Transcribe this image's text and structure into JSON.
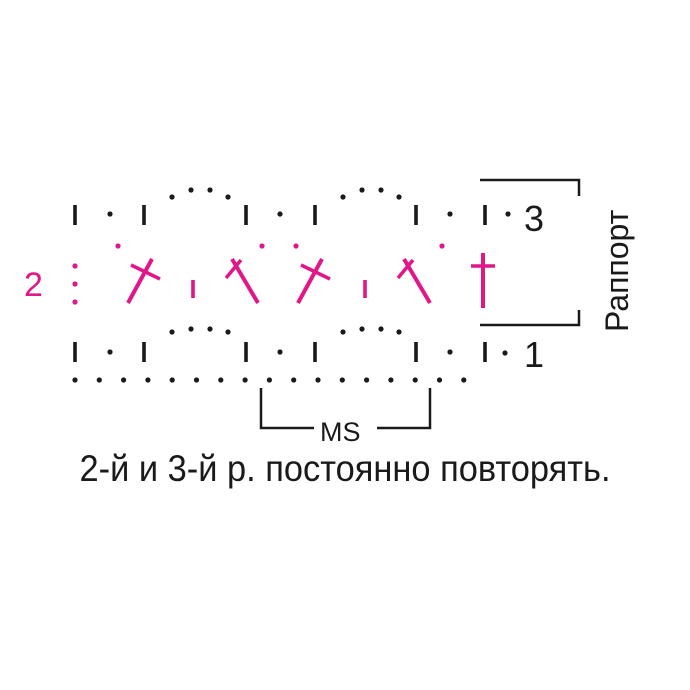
{
  "colors": {
    "ink": "#1a1a1a",
    "accent": "#e0168a"
  },
  "labels": {
    "row_1": "1",
    "row_2": "2",
    "row_3": "3",
    "repeat": "Раппорт",
    "ms": "MS"
  },
  "caption": "2-й и 3-й р. постоянно повторять."
}
